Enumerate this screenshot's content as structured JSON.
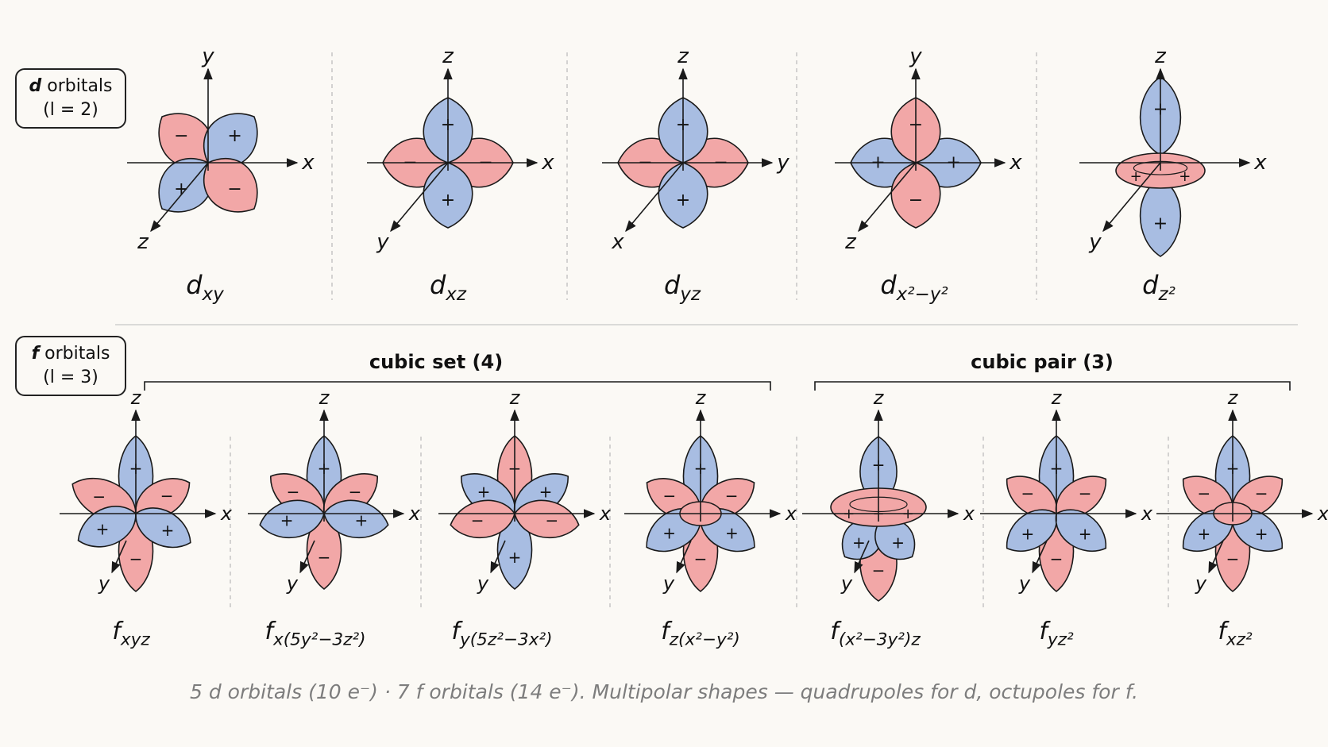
{
  "colors": {
    "positive": "#a8bde2",
    "negative": "#f2a7a7",
    "line": "#1a1a1a",
    "background": "#fbf9f5",
    "caption": "#7d7d7d"
  },
  "d_section": {
    "box": {
      "name": "d",
      "line1": "orbitals",
      "line2": "(l = 2)"
    },
    "orbitals": [
      {
        "id": "dxy",
        "main": "d",
        "sub": "xy",
        "axes": [
          "y",
          "x",
          "z"
        ]
      },
      {
        "id": "dxz",
        "main": "d",
        "sub": "xz",
        "axes": [
          "z",
          "x",
          "y"
        ]
      },
      {
        "id": "dyz",
        "main": "d",
        "sub": "yz",
        "axes": [
          "z",
          "y",
          "x"
        ]
      },
      {
        "id": "dx2y2",
        "main": "d",
        "sub": "x²−y²",
        "axes": [
          "y",
          "x",
          "z"
        ]
      },
      {
        "id": "dz2",
        "main": "d",
        "sub": "z²",
        "axes": [
          "z",
          "x",
          "y"
        ]
      }
    ]
  },
  "f_section": {
    "box": {
      "name": "f",
      "line1": "orbitals",
      "line2": "(l = 3)"
    },
    "groups": [
      {
        "label": "cubic set (4)"
      },
      {
        "label": "cubic pair (3)"
      }
    ],
    "orbitals": [
      {
        "id": "fxyz",
        "main": "f",
        "sub": "xyz",
        "axes": [
          "z",
          "x",
          "y"
        ]
      },
      {
        "id": "fx5y2",
        "main": "f",
        "sub": "x(5y²−3z²)",
        "axes": [
          "z",
          "x",
          "y"
        ]
      },
      {
        "id": "fy5z2",
        "main": "f",
        "sub": "y(5z²−3x²)",
        "axes": [
          "z",
          "x",
          "y"
        ]
      },
      {
        "id": "fzx2",
        "main": "f",
        "sub": "z(x²−y²)",
        "axes": [
          "z",
          "x",
          "y"
        ]
      },
      {
        "id": "fx23y",
        "main": "f",
        "sub": "(x²−3y²)z",
        "axes": [
          "z",
          "x",
          "y"
        ]
      },
      {
        "id": "fyz2",
        "main": "f",
        "sub": "yz²",
        "axes": [
          "z",
          "x",
          "y"
        ]
      },
      {
        "id": "fxz2",
        "main": "f",
        "sub": "xz²",
        "axes": [
          "z",
          "x",
          "y"
        ]
      }
    ]
  },
  "caption": "5 d orbitals (10 e⁻) · 7 f orbitals (14 e⁻). Multipolar shapes — quadrupoles for d, octupoles for f.",
  "signs": {
    "plus": "+",
    "minus": "−"
  }
}
